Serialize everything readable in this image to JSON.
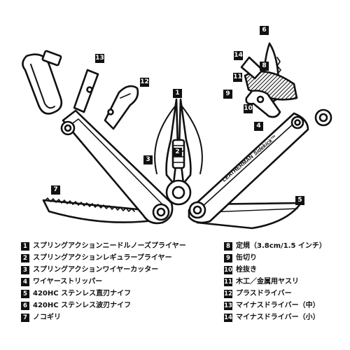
{
  "callouts": [
    "1",
    "2",
    "3",
    "4",
    "5",
    "6",
    "7",
    "8",
    "9",
    "10",
    "11",
    "12",
    "13",
    "14"
  ],
  "brand": {
    "name": "LEATHERMAN",
    "model": "Sidekick",
    "tm": "™"
  },
  "legend": {
    "left": [
      {
        "num": "1",
        "text": "スプリングアクションニードルノーズプライヤー"
      },
      {
        "num": "2",
        "text": "スプリングアクションレギュラープライヤー"
      },
      {
        "num": "3",
        "text": "スプリングアクションワイヤーカッター"
      },
      {
        "num": "4",
        "text": "ワイヤーストリッパー"
      },
      {
        "num": "5",
        "text": "420HC ステンレス直刃ナイフ"
      },
      {
        "num": "6",
        "text": "420HC ステンレス波刃ナイフ"
      },
      {
        "num": "7",
        "text": "ノコギリ"
      }
    ],
    "right": [
      {
        "num": "8",
        "text": "定規（3.8cm/1.5 インチ）"
      },
      {
        "num": "9",
        "text": "缶切り"
      },
      {
        "num": "10",
        "text": "栓抜き"
      },
      {
        "num": "11",
        "text": "木工／金属用ヤスリ"
      },
      {
        "num": "12",
        "text": "プラスドライバー"
      },
      {
        "num": "13",
        "text": "マイナスドライバー（中）"
      },
      {
        "num": "14",
        "text": "マイナスドライバー（小）"
      }
    ]
  }
}
